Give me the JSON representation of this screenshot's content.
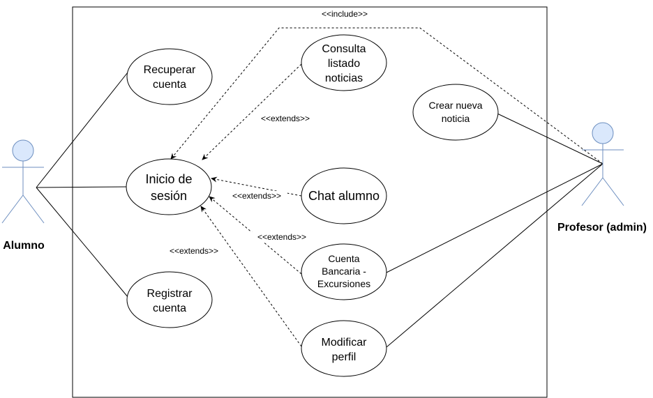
{
  "colors": {
    "actor_fill": "#dae8fc",
    "actor_stroke": "#6c8ebf",
    "line": "#000000",
    "background": "#ffffff"
  },
  "actors": {
    "alumno": "Alumno",
    "profesor": "Profesor (admin)"
  },
  "use_cases": {
    "recuperar": [
      "Recuperar",
      "cuenta"
    ],
    "inicio": [
      "Inicio de",
      "sesión"
    ],
    "registrar": [
      "Registrar",
      "cuenta"
    ],
    "consulta": [
      "Consulta",
      "listado",
      "noticias"
    ],
    "crear": [
      "Crear nueva",
      "noticia"
    ],
    "chat": [
      "Chat alumno"
    ],
    "cuenta_bancaria": [
      "Cuenta",
      "Bancaria -",
      "Excursiones"
    ],
    "modificar": [
      "Modificar",
      "perfil"
    ]
  },
  "relation_labels": {
    "include": "<<include>>",
    "extends_consulta": "<<extends>>",
    "extends_chat": "<<extends>>",
    "extends_cuenta": "<<extends>>",
    "extends_modificar": "<<extends>>"
  }
}
